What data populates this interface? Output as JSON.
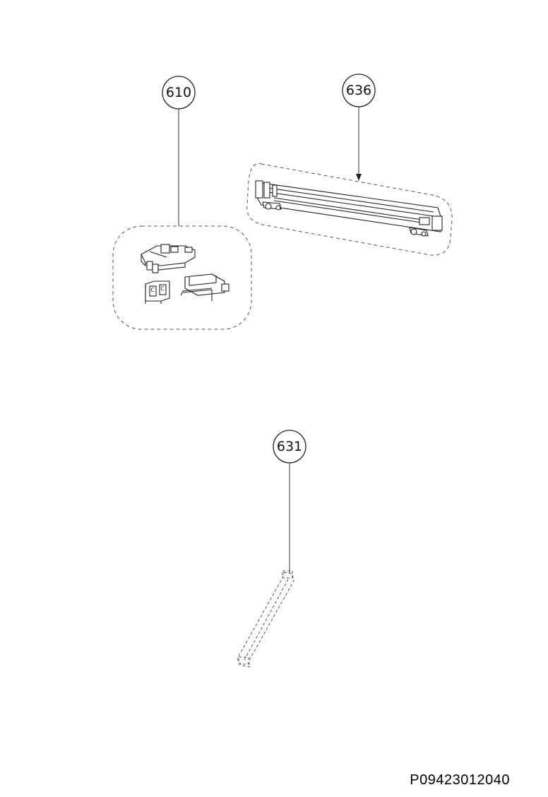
{
  "callouts": [
    {
      "id": "610",
      "label": "610"
    },
    {
      "id": "636",
      "label": "636"
    },
    {
      "id": "631",
      "label": "631"
    }
  ],
  "document_code": "P09423012040",
  "colors": {
    "line": "#222222",
    "dash": "#555555",
    "background": "#ffffff"
  }
}
